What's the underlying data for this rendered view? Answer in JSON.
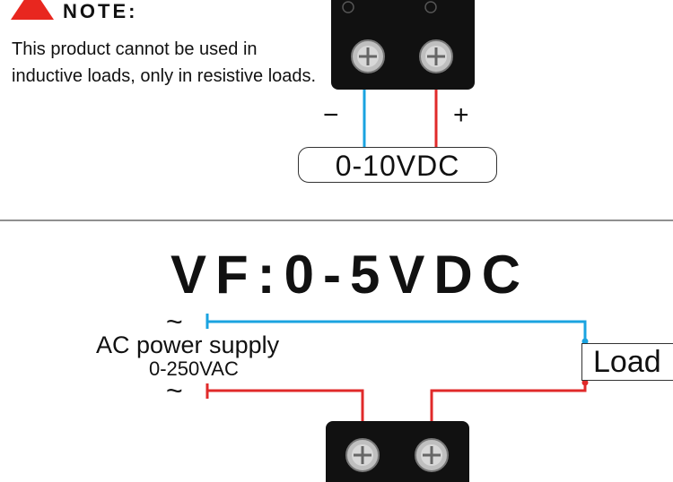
{
  "note": {
    "icon": "warning-triangle-icon",
    "title": "NOTE:",
    "body": "This product cannot be used in inductive loads, only in resistive loads."
  },
  "top_diagram": {
    "minus_sign": "−",
    "plus_sign": "+",
    "range_label": "0-10VDC"
  },
  "bottom_diagram": {
    "title": "VF:0-5VDC",
    "tilde_top": "~",
    "tilde_bottom": "~",
    "supply_label": "AC power supply",
    "supply_range": "0-250VAC",
    "load_label": "Load"
  },
  "colors": {
    "negative_wire": "#1aa3e0",
    "positive_wire": "#e02a2a",
    "warning_icon": "#e8271f",
    "terminal_block": "#111111"
  }
}
